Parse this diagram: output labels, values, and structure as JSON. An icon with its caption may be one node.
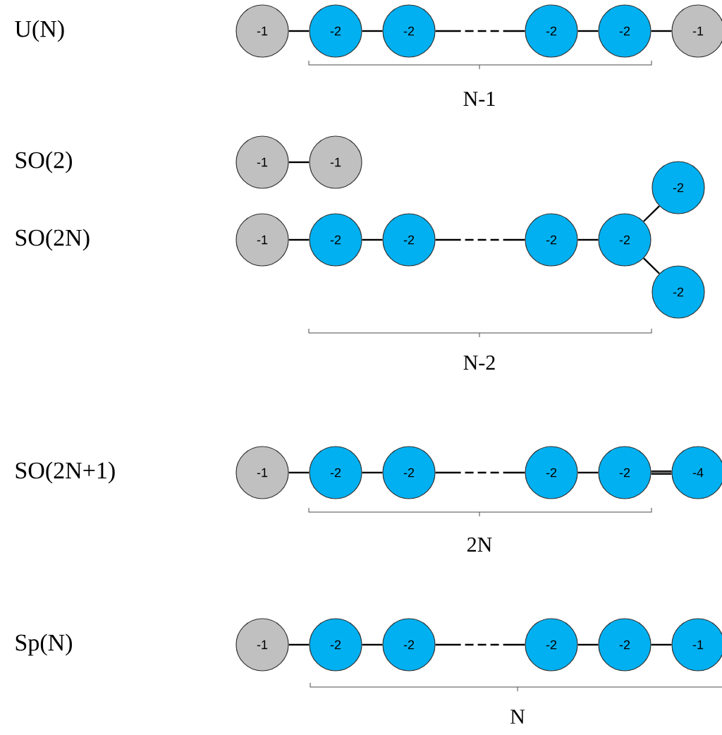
{
  "diagram": {
    "nodes": [
      {
        "text": [
          "-1"
        ]
      },
      {
        "text": [
          "-2"
        ]
      },
      {
        "text": [
          "-2"
        ]
      },
      {
        "text": [
          "-2"
        ]
      },
      {
        "text": [
          "-2"
        ]
      },
      {
        "text": [
          "-1"
        ]
      },
      {
        "text": [
          "-1"
        ]
      },
      {
        "text": [
          "-1"
        ]
      },
      {
        "text": [
          "-1"
        ]
      },
      {
        "text": [
          "-2"
        ]
      },
      {
        "text": [
          "-2"
        ]
      },
      {
        "text": [
          "-2"
        ]
      },
      {
        "text": [
          "-2"
        ]
      },
      {
        "text": [
          "-2"
        ]
      },
      {
        "text": [
          "-2"
        ]
      },
      {
        "text": [
          "-1"
        ]
      },
      {
        "text": [
          "-2"
        ]
      },
      {
        "text": [
          "-2"
        ]
      },
      {
        "text": [
          "-2"
        ]
      },
      {
        "text": [
          "-2"
        ]
      },
      {
        "text": [
          "-4"
        ]
      },
      {
        "text": [
          "-1"
        ]
      },
      {
        "text": [
          "-2"
        ]
      },
      {
        "text": [
          "-2"
        ]
      },
      {
        "text": [
          "-2"
        ]
      },
      {
        "text": [
          "-2"
        ]
      },
      {
        "text": [
          "-1"
        ]
      }
    ],
    "edges": [
      {
        "from": 0,
        "to": 1,
        "arrow": "none"
      },
      {
        "from": 1,
        "to": 2,
        "arrow": "none"
      },
      {
        "from": 2,
        "to": 3,
        "arrow": "none",
        "style": "dashed"
      },
      {
        "from": 3,
        "to": 4,
        "arrow": "none"
      },
      {
        "from": 4,
        "to": 5,
        "arrow": "none"
      },
      {
        "from": 6,
        "to": 7,
        "arrow": "none"
      },
      {
        "from": 8,
        "to": 9,
        "arrow": "none"
      },
      {
        "from": 9,
        "to": 10,
        "arrow": "none"
      },
      {
        "from": 10,
        "to": 11,
        "arrow": "none",
        "style": "dashed"
      },
      {
        "from": 11,
        "to": 12,
        "arrow": "none"
      },
      {
        "from": 12,
        "to": 13,
        "arrow": "none"
      },
      {
        "from": 12,
        "to": 14,
        "arrow": "none"
      },
      {
        "from": 15,
        "to": 16,
        "arrow": "none"
      },
      {
        "from": 16,
        "to": 17,
        "arrow": "none"
      },
      {
        "from": 17,
        "to": 18,
        "arrow": "none",
        "style": "dashed"
      },
      {
        "from": 18,
        "to": 19,
        "arrow": "none"
      },
      {
        "from": 19,
        "to": 20,
        "arrow": "none",
        "style": "thick"
      },
      {
        "from": 21,
        "to": 22,
        "arrow": "none"
      },
      {
        "from": 22,
        "to": 23,
        "arrow": "none"
      },
      {
        "from": 23,
        "to": 24,
        "arrow": "none",
        "style": "dashed"
      },
      {
        "from": 24,
        "to": 25,
        "arrow": "none"
      },
      {
        "from": 25,
        "to": 26,
        "arrow": "none"
      }
    ],
    "labels": [
      "U(N)",
      "N-1",
      "SO(2)",
      "SO(2N)",
      "N-2",
      "SO(2N+1)",
      "2N",
      "Sp(N)",
      "N"
    ]
  }
}
